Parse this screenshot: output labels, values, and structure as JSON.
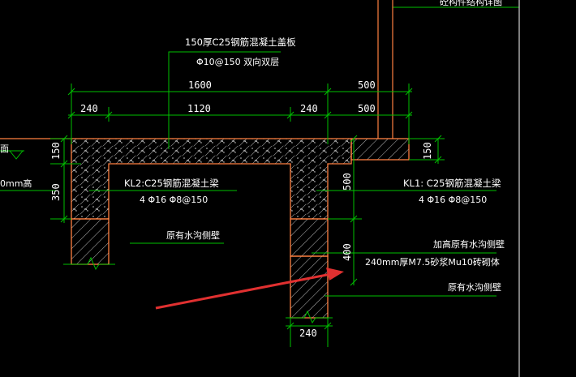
{
  "labels": {
    "top_title_line1": "150厚C25钢筋混凝土盖板",
    "top_title_line2": "Φ10@150 双向双层",
    "kl2_line1": "KL2:C25钢筋混凝土梁",
    "kl2_line2": "4 Φ16 Φ8@150",
    "kl1_line1": "KL1: C25钢筋混凝土梁",
    "kl1_line2": "4 Φ16 Φ8@150",
    "orig_wall_left": "原有水沟侧壁",
    "added_wall_line1": "加高原有水沟侧壁",
    "added_wall_line2": "240mm厚M7.5砂浆Mu10砖砌体",
    "orig_wall_right": "原有水沟侧壁",
    "left_edge_text_1": "面",
    "left_edge_text_2": "0mm高",
    "top_right_cut_text": "砼构件结构详图"
  },
  "dimensions": {
    "d1600": "1600",
    "d500_top": "500",
    "d240_left": "240",
    "d1120": "1120",
    "d240_mid": "240",
    "d500_mid": "500",
    "d150_left": "150",
    "d350_left": "350",
    "d150_right": "150",
    "d500_right": "500",
    "d400_right": "400",
    "d240_bottom": "240"
  },
  "colors": {
    "background": "#000000",
    "dimension_line": "#00c000",
    "outline": "#ff8040",
    "hatch": "#c0c0c0",
    "text": "#ffffff",
    "arrow": "#e03030"
  }
}
